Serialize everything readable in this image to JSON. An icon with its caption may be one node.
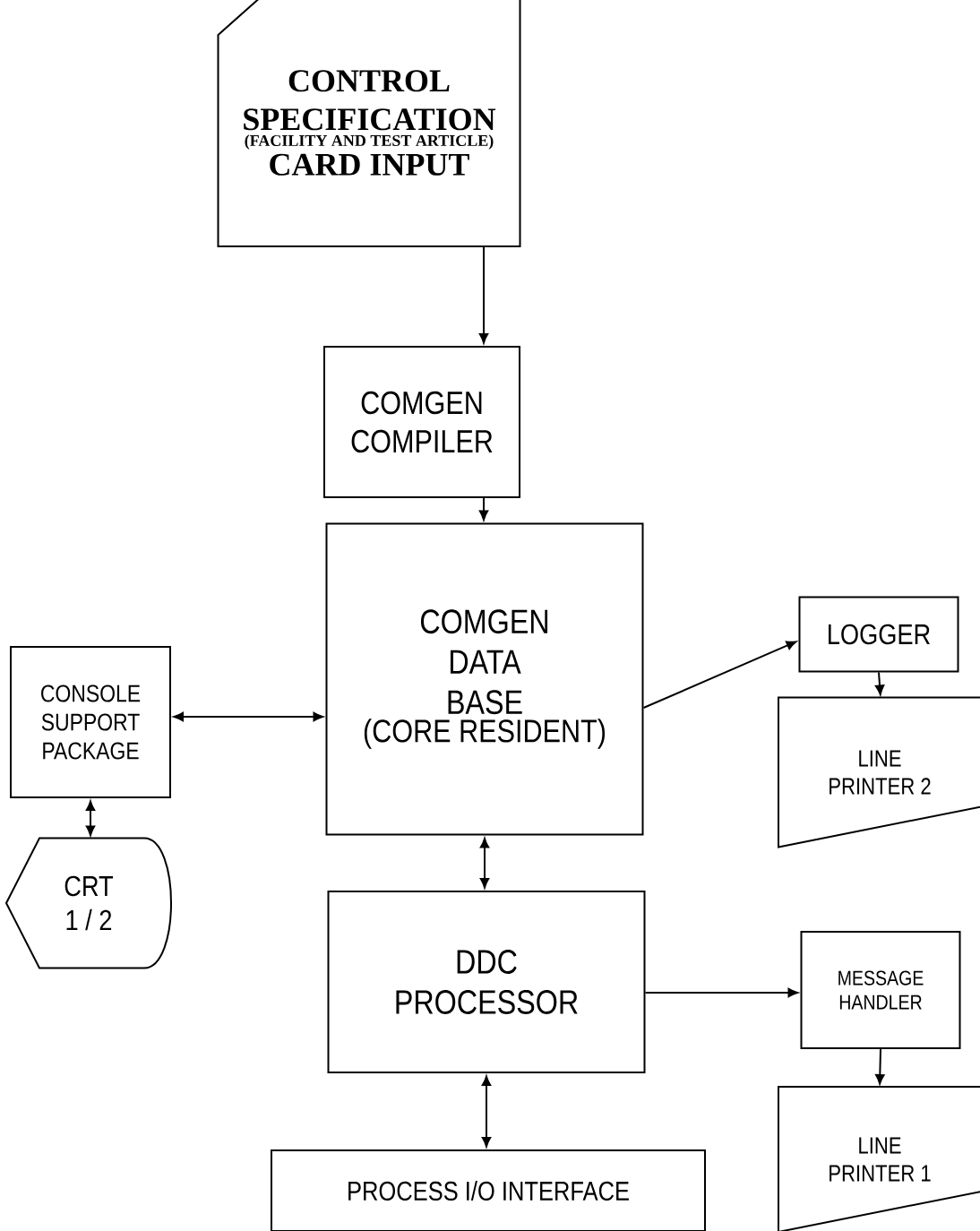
{
  "diagram": {
    "nodes": [
      {
        "text": [
          "CONTROL SPECIFICATION",
          "(FACILITY AND TEST ARTICLE)",
          "CARD INPUT"
        ]
      },
      {
        "text": [
          "COMGEN COMPILER"
        ]
      },
      {
        "text": [
          "COMGEN DATA BASE",
          "(CORE RESIDENT)"
        ]
      },
      {
        "text": [
          "CONSOLE SUPPORT PACKAGE"
        ]
      },
      {
        "text": [
          "CRT 1 / 2"
        ]
      },
      {
        "text": [
          "LOGGER"
        ]
      },
      {
        "text": [
          "LINE PRINTER 2"
        ]
      },
      {
        "text": [
          "DDC PROCESSOR"
        ]
      },
      {
        "text": [
          "MESSAGE HANDLER"
        ]
      },
      {
        "text": [
          "LINE PRINTER 1"
        ]
      },
      {
        "text": [
          "PROCESS I/O INTERFACE"
        ]
      }
    ],
    "edges": [
      {
        "from": 0,
        "to": 1,
        "arrow": "to"
      },
      {
        "from": 1,
        "to": 2,
        "arrow": "to"
      },
      {
        "from": 3,
        "to": 2,
        "arrow": "both"
      },
      {
        "from": 2,
        "to": 5,
        "arrow": "to"
      },
      {
        "from": 5,
        "to": 6,
        "arrow": "to"
      },
      {
        "from": 3,
        "to": 4,
        "arrow": "both"
      },
      {
        "from": 2,
        "to": 7,
        "arrow": "both"
      },
      {
        "from": 7,
        "to": 8,
        "arrow": "to"
      },
      {
        "from": 8,
        "to": 9,
        "arrow": "to"
      },
      {
        "from": 7,
        "to": 10,
        "arrow": "both"
      }
    ]
  }
}
